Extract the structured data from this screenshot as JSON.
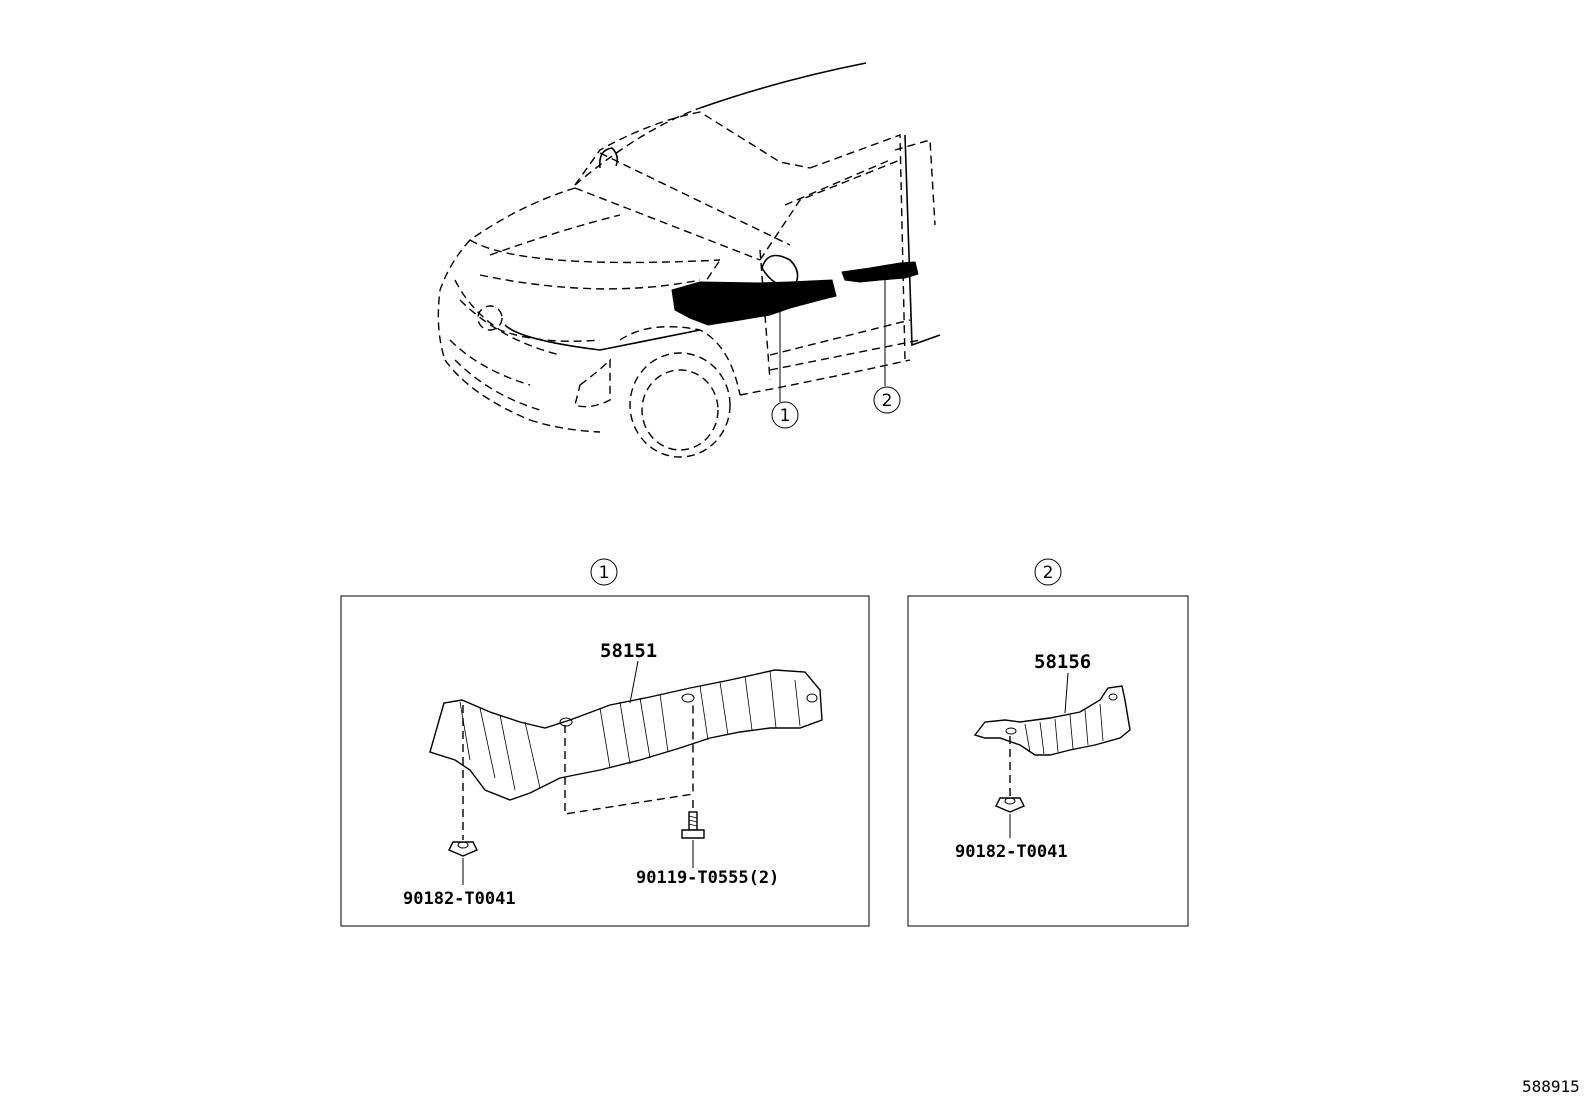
{
  "diagram_id": "588915",
  "overview": {
    "callout_1": "1",
    "callout_2": "2"
  },
  "panel_1": {
    "callout": "1",
    "part_main": "58151",
    "fastener_left": "90182-T0041",
    "fastener_right": "90119-T0555(2)"
  },
  "panel_2": {
    "callout": "2",
    "part_main": "58156",
    "fastener": "90182-T0041"
  }
}
